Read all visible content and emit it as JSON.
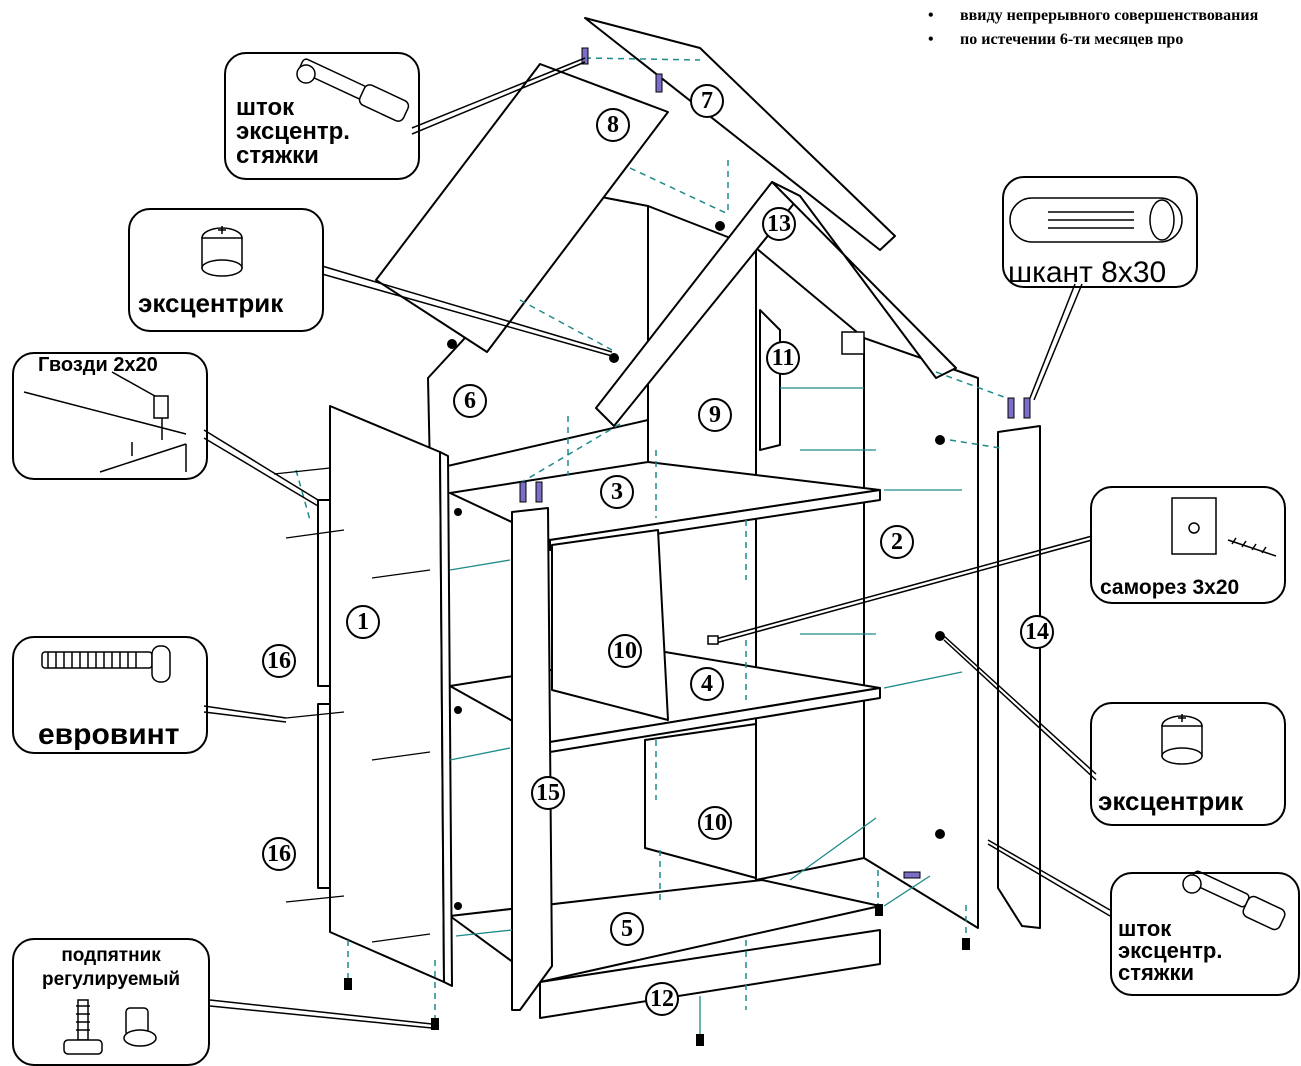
{
  "notes": [
    "ввиду непрерывного совершенствования",
    "по истечении 6-ти месяцев про"
  ],
  "hardware": {
    "stock_top": "шток\nэксцентр.\nстяжки",
    "eccentric_left": "эксцентрик",
    "nails": "Гвозди 2х20",
    "eurovint": "евровинт",
    "foot": "подпятник\nрегулируемый",
    "dowel": "шкант 8х30",
    "screw": "саморез 3х20",
    "eccentric_right": "эксцентрик",
    "stock_bottom": "шток\nэксцентр.\nстяжки"
  },
  "parts": [
    "1",
    "2",
    "3",
    "4",
    "5",
    "6",
    "7",
    "8",
    "9",
    "10",
    "10",
    "11",
    "12",
    "13",
    "14",
    "15",
    "16",
    "16"
  ],
  "colors": {
    "dash": "#1e8a8a",
    "cam_rod": "#5a4fb3",
    "line": "#000000"
  }
}
